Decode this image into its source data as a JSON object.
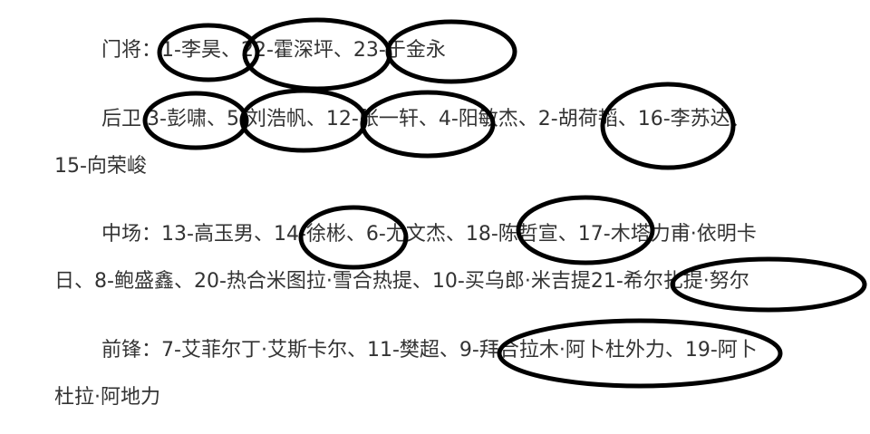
{
  "sections": [
    {
      "id": "goalkeepers",
      "lines": [
        {
          "label": "门将：",
          "players": [
            "1-李昊、",
            "22-霍深坪、",
            "23-于金永"
          ]
        }
      ]
    },
    {
      "id": "defenders",
      "lines": [
        {
          "label": "后卫",
          "players": [
            "3-彭啸、",
            "5-刘浩帆、",
            "12-张一轩、",
            "4-阳敏杰、",
            "2-胡荷韬、",
            "16-李苏达、"
          ]
        },
        {
          "label": "",
          "players": [
            "15-向荣峻"
          ]
        }
      ]
    },
    {
      "id": "midfielders",
      "lines": [
        {
          "label": "中场：",
          "players": [
            "13-高玉男、",
            "14-徐彬、",
            "6-尤文杰、",
            "18-陈哲宣、",
            "17-木塔力甫·依明卡"
          ]
        },
        {
          "label": "",
          "players": [
            "日、",
            "8-鲍盛鑫、",
            "20-热合米图拉·雪合热提、",
            "10-买乌郎·米吉提",
            "21-希尔扎提·努尔"
          ]
        }
      ]
    },
    {
      "id": "forwards",
      "lines": [
        {
          "label": "前锋：",
          "players": [
            "7-艾菲尔丁·艾斯卡尔、",
            "11-樊超、",
            "9-拜合拉木·阿卜杜外力、",
            "19-阿卜"
          ]
        },
        {
          "label": "",
          "players": [
            "杜拉·阿地力"
          ]
        }
      ]
    }
  ]
}
